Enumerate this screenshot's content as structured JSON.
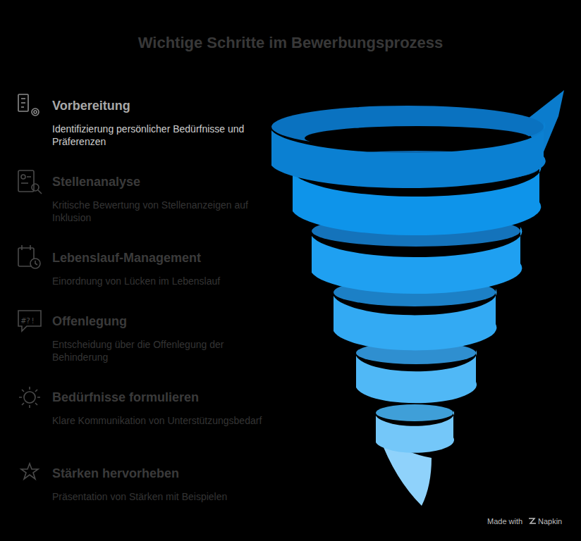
{
  "diagram": {
    "title": "Wichtige Schritte im Bewerbungsprozess",
    "labels": [
      "Vorbereitung",
      "Identifizierung persönlicher Bedürfnisse und Präferenzen",
      "Stellenanalyse",
      "Kritische Bewertung von Stellenanzeigen auf Inklusion",
      "Lebenslauf-Management",
      "Einordnung von Lücken im Lebenslauf",
      "Offenlegung",
      "Entscheidung über die Offenlegung der Behinderung",
      "Bedürfnisse formulieren",
      "Klare Kommunikation von Unterstützungsbedarf",
      "Stärken hervorheben",
      "Präsentation von Stärken mit Beispielen",
      "Made with",
      "Napkin"
    ]
  }
}
